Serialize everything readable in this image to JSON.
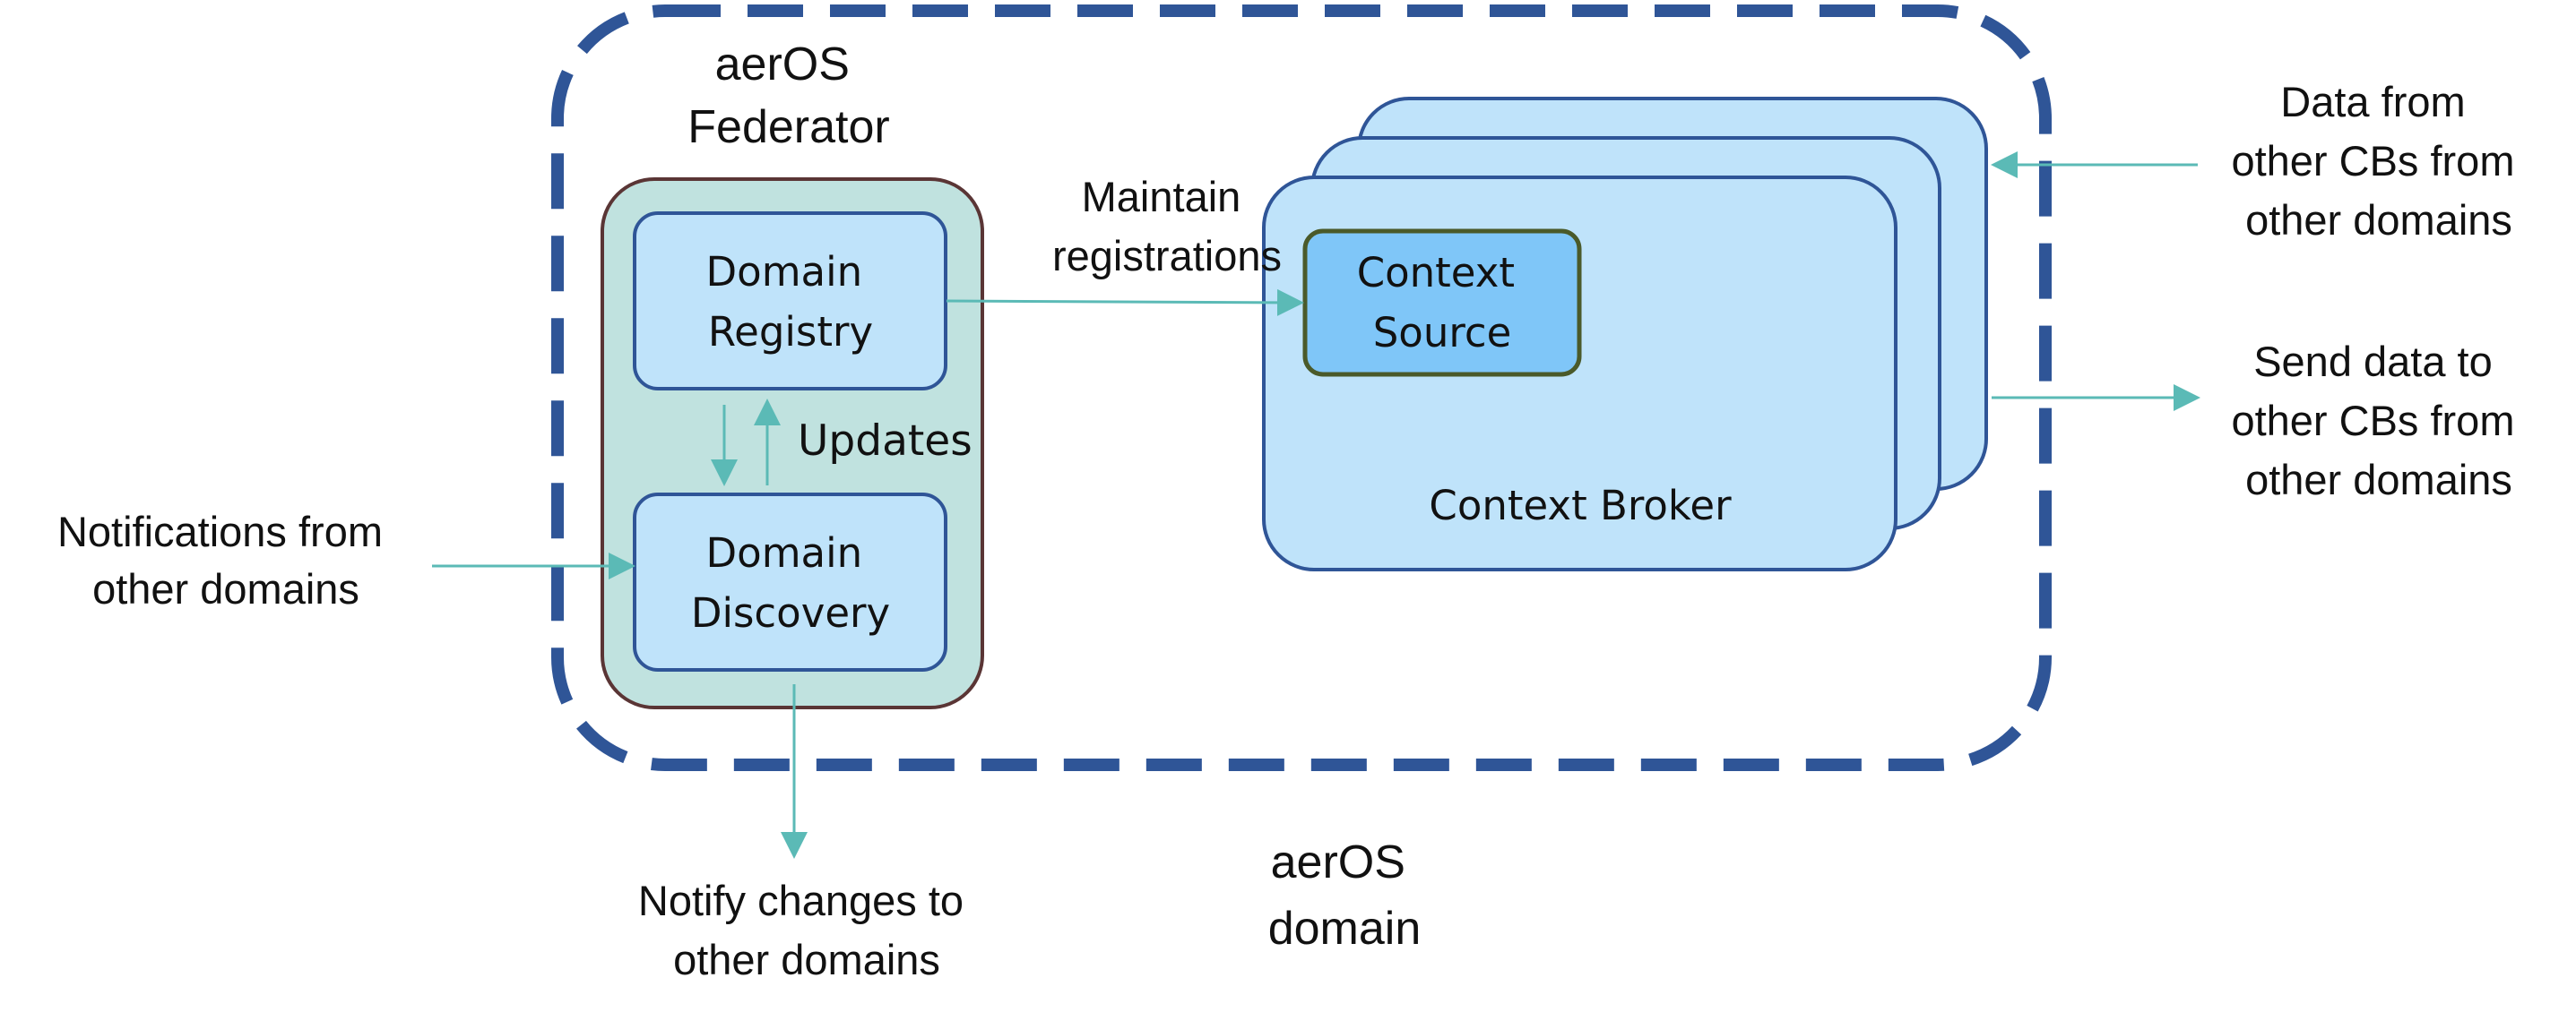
{
  "domain": {
    "label_lines": [
      "aerOS",
      "domain"
    ]
  },
  "federator": {
    "label_lines": [
      "aerOS",
      "Federator"
    ],
    "domain_registry": {
      "label_lines": [
        "Domain",
        "Registry"
      ]
    },
    "domain_discovery": {
      "label_lines": [
        "Domain",
        "Discovery"
      ]
    },
    "updates_label": "Updates"
  },
  "context_broker": {
    "label": "Context Broker",
    "context_source": {
      "label_lines": [
        "Context",
        "Source"
      ]
    }
  },
  "edges": {
    "maintain_registrations": [
      "Maintain",
      "registrations"
    ],
    "notifications_in": [
      "Notifications from",
      "other domains"
    ],
    "notify_out": [
      "Notify changes to",
      "other domains"
    ],
    "data_in": [
      "Data from",
      "other CBs from",
      "other domains"
    ],
    "data_out": [
      "Send data to",
      "other CBs from",
      "other domains"
    ]
  },
  "colors": {
    "domain_border": "#2f5597",
    "box_border": "#2f5597",
    "box_fill": "#bfe3fa",
    "federator_fill": "#c0e2df",
    "federator_border": "#5a3535",
    "context_source_fill": "#7fc6f8",
    "context_source_border": "#4a5a2a",
    "arrow": "#5bbab6"
  }
}
